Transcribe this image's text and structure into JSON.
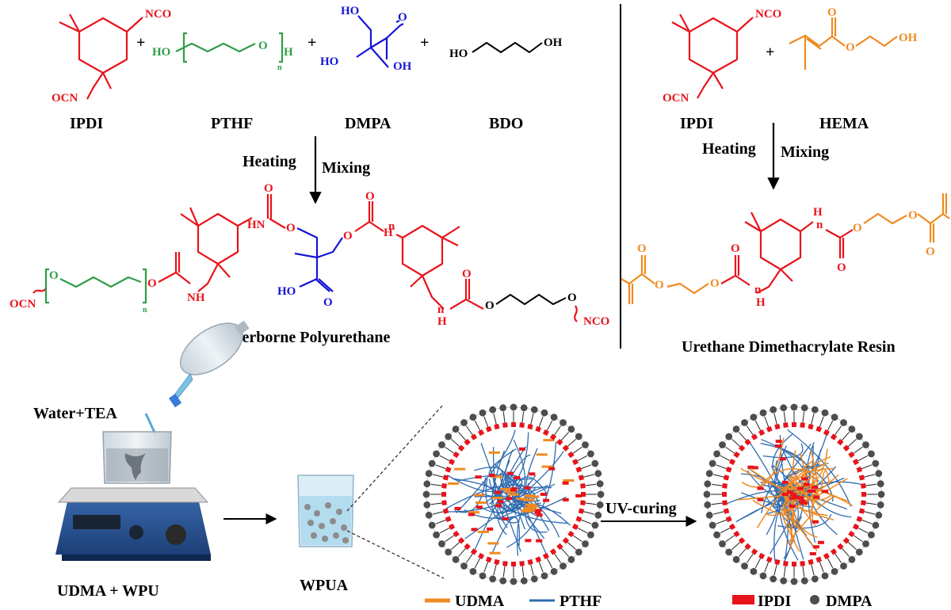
{
  "colors": {
    "ipdi": "#e8141b",
    "pthf": "#2e9e46",
    "dmpa": "#1515d6",
    "hema": "#f08a21",
    "udma_line": "#f08a21",
    "pthf_line": "#2f6bb0",
    "dmpa_bead": "#4d4d4d"
  },
  "wpu_reaction": {
    "reactants": [
      {
        "name": "IPDI"
      },
      {
        "name": "PTHF"
      },
      {
        "name": "DMPA"
      },
      {
        "name": "BDO"
      }
    ],
    "plus": "+",
    "conditions": {
      "left": "Heating",
      "right": "Mixing"
    },
    "product": "Waterborne Polyurethane"
  },
  "udma_reaction": {
    "reactants": [
      {
        "name": "IPDI"
      },
      {
        "name": "HEMA"
      }
    ],
    "plus": "+",
    "conditions": {
      "left": "Heating",
      "right": "Mixing"
    },
    "product": "Urethane Dimethacrylate Resin"
  },
  "atoms": {
    "nco": "NCO",
    "ocn": "OCN",
    "ho": "HO",
    "oh": "OH",
    "o": "O",
    "h": "H",
    "n": "n",
    "hn": "HN",
    "nh": "NH"
  },
  "process": {
    "reagent": "Water+TEA",
    "mixture": "UDMA + WPU",
    "dispersion": "WPUA",
    "step": "UV-curing"
  },
  "legend": [
    {
      "label": "UDMA",
      "icon": "orange-dash-icon"
    },
    {
      "label": "PTHF",
      "icon": "blue-line-icon"
    },
    {
      "label": "IPDI",
      "icon": "red-block-icon"
    },
    {
      "label": "DMPA",
      "icon": "grey-bead-icon"
    }
  ]
}
